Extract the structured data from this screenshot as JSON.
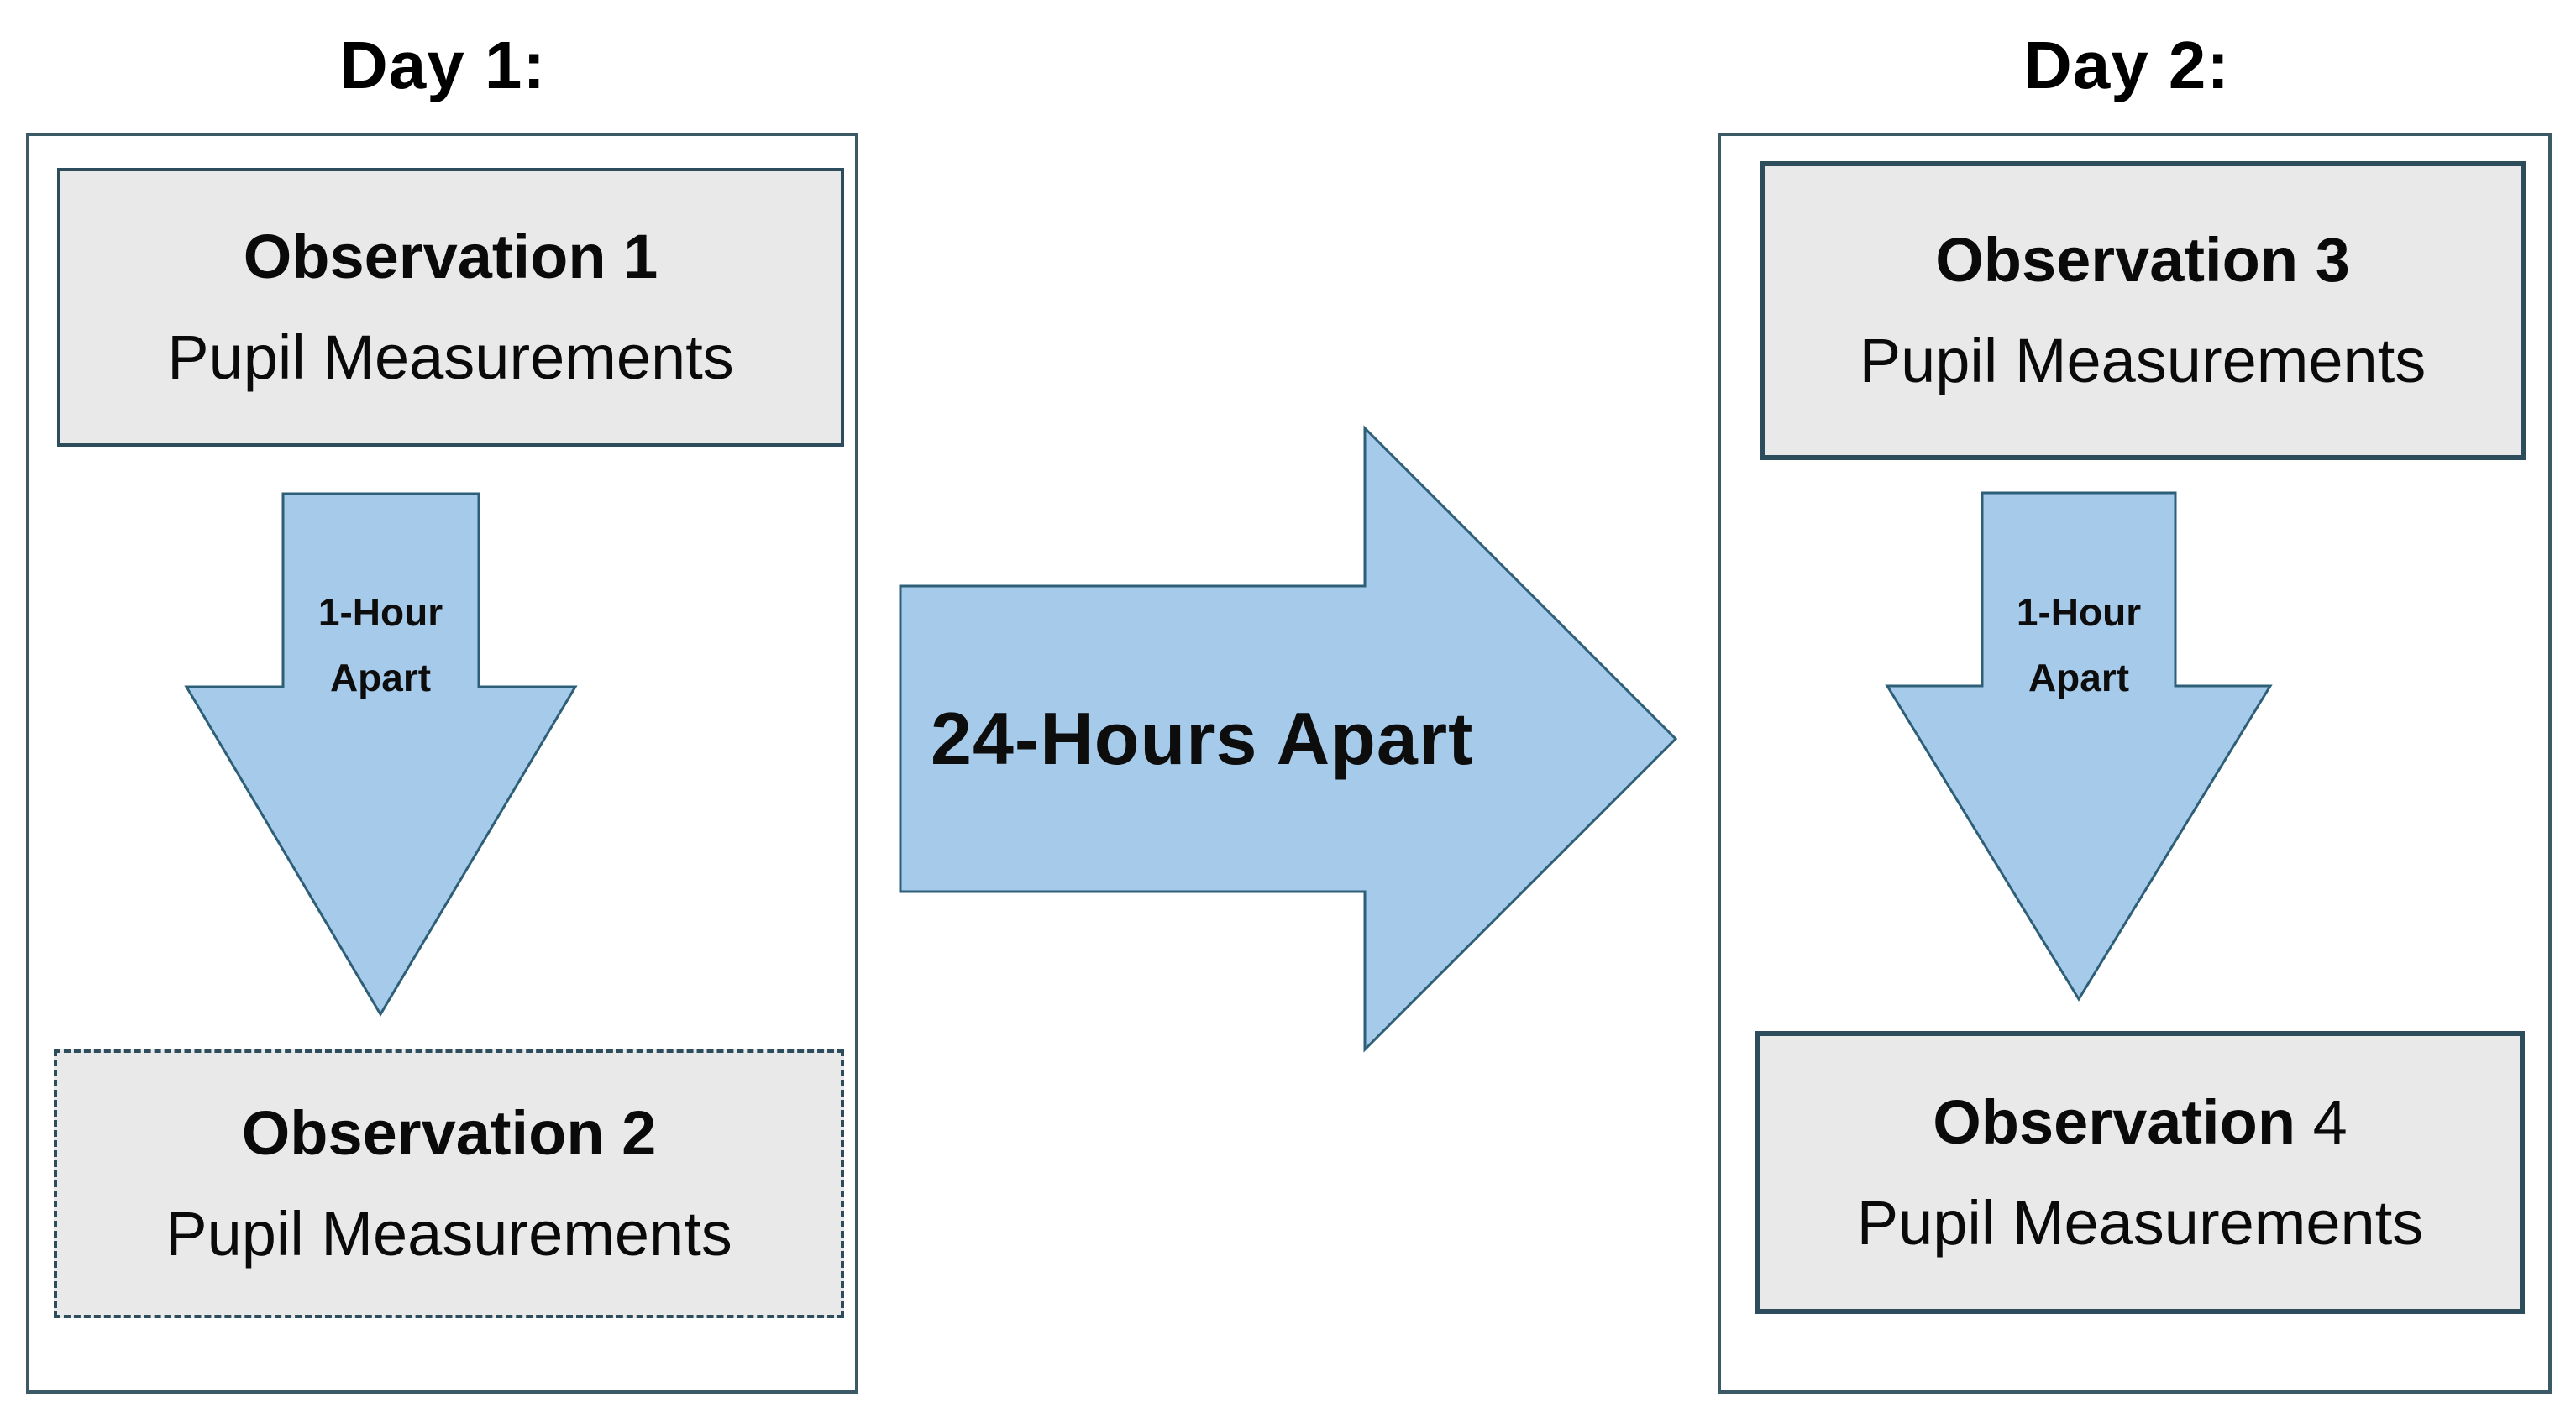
{
  "titles": {
    "day1": "Day 1:",
    "day2": "Day 2:"
  },
  "boxes": {
    "obs1": {
      "title": "Observation 1",
      "subtitle": "Pupil Measurements"
    },
    "obs2": {
      "title": "Observation 2",
      "subtitle": "Pupil Measurements"
    },
    "obs3": {
      "title": "Observation 3",
      "subtitle": "Pupil Measurements"
    },
    "obs4": {
      "title_bold": "Observation ",
      "title_rest": "4",
      "subtitle": "Pupil Measurements"
    }
  },
  "arrows": {
    "day1_interval": {
      "line1": "1-Hour",
      "line2": "Apart",
      "direction": "down"
    },
    "day2_interval": {
      "line1": "1-Hour",
      "line2": "Apart",
      "direction": "down"
    },
    "between_days": {
      "label": "24-Hours Apart",
      "direction": "right"
    }
  },
  "colors": {
    "background": "#ffffff",
    "panel_border": "#3c5a66",
    "box_fill": "#e9e9e9",
    "box_border": "#2e4d5c",
    "arrow_fill": "#a6cae9",
    "arrow_border": "#2e5f78",
    "text": "#0a0a0a"
  }
}
